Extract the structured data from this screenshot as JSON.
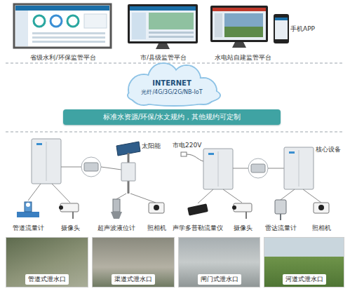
{
  "diagram": {
    "nodes": [
      {
        "text": [
          "省级水利/环保监管平台"
        ]
      },
      {
        "text": [
          "市/县级监管平台"
        ]
      },
      {
        "text": [
          "水电站自建监管平台"
        ]
      },
      {
        "text": [
          "INTERNET",
          "光纤/4G/3G/2G/NB-IoT"
        ]
      },
      {
        "text": [
          "标准水资源/环保/水文规约，其他规约可定制"
        ]
      },
      {
        "text": [
          "管道式泄水口"
        ]
      },
      {
        "text": [
          "渠道式泄水口"
        ]
      },
      {
        "text": [
          "闸门式泄水口"
        ]
      },
      {
        "text": [
          "河道式泄水口"
        ]
      }
    ],
    "labels": [
      "手机APP",
      "太阳能",
      "市电220V",
      "核心设备",
      "管道流量计",
      "摄像头",
      "超声波液位计",
      "照相机",
      "声学多普勒流量仪",
      "摄像头",
      "雷达流量计",
      "照相机"
    ]
  }
}
